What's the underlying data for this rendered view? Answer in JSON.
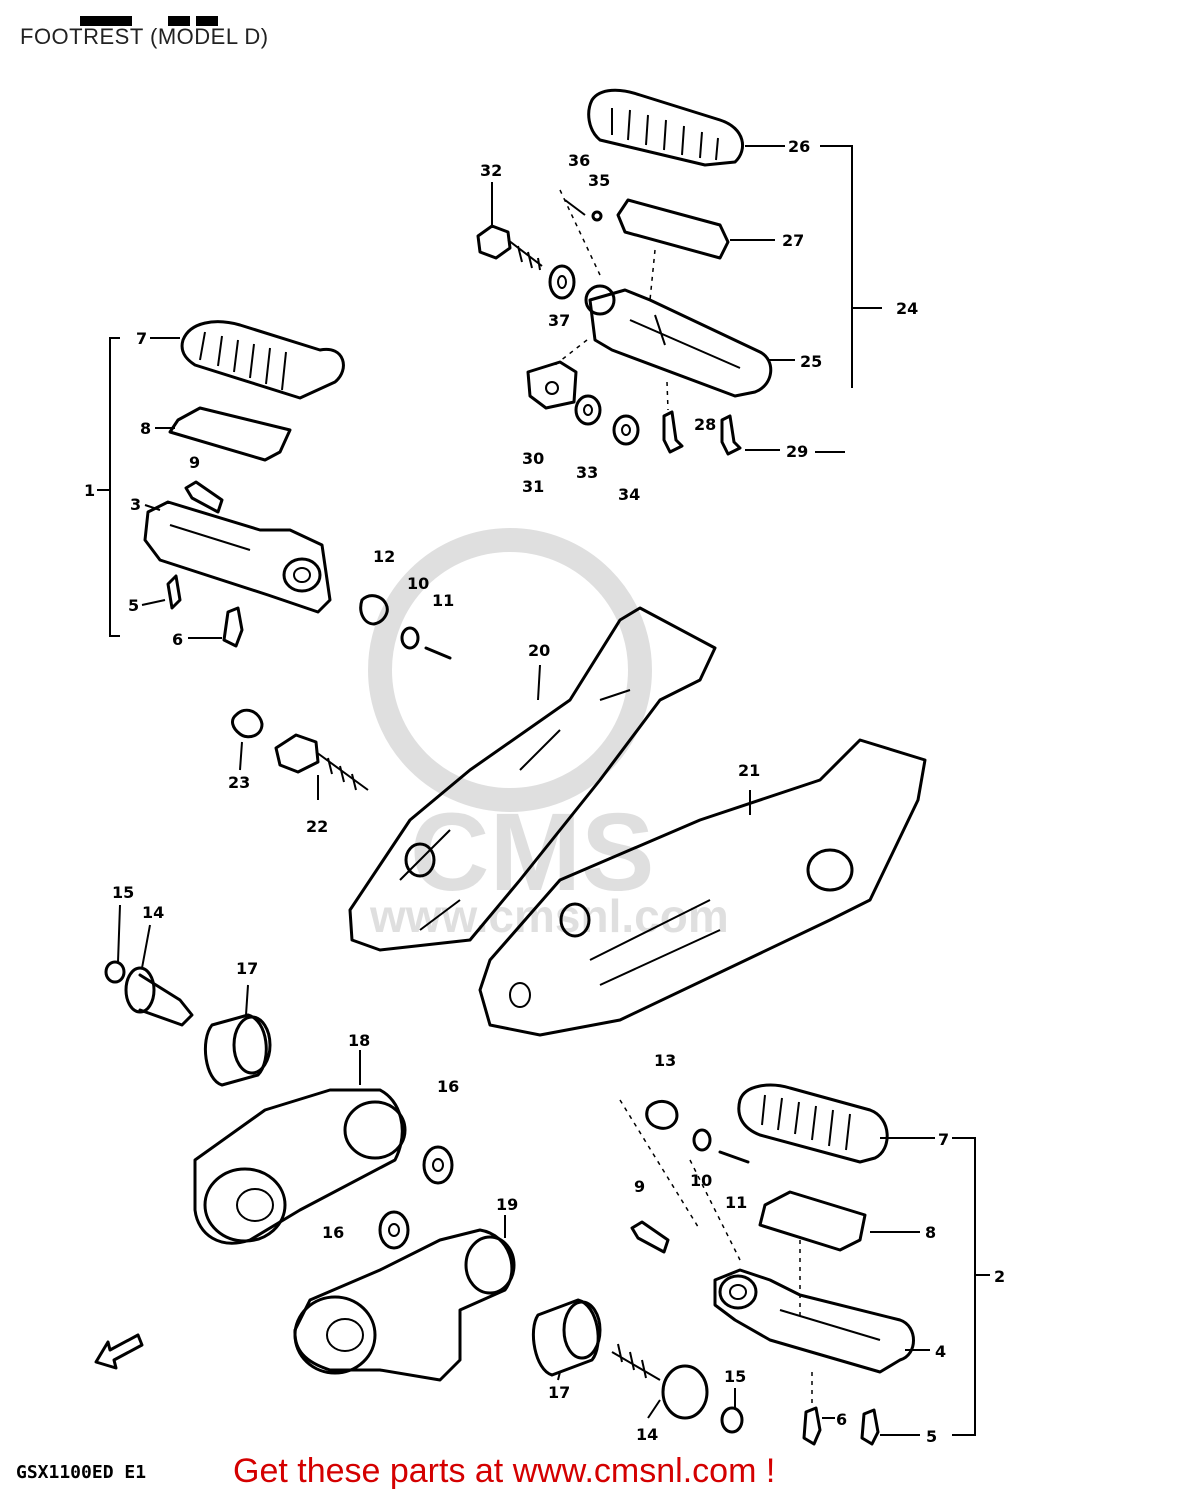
{
  "title": "FOOTREST (MODEL D)",
  "model_code": "GSX1100ED  E1",
  "call_to_action": "Get these parts at www.cmsnl.com !",
  "watermark_text": "CMS",
  "watermark_url": "www.cmsnl.com",
  "callouts": {
    "c1": "1",
    "c2": "2",
    "c3": "3",
    "c4": "4",
    "c5a": "5",
    "c5b": "5",
    "c6a": "6",
    "c6b": "6",
    "c7a": "7",
    "c7b": "7",
    "c8a": "8",
    "c8b": "8",
    "c9a": "9",
    "c9b": "9",
    "c10a": "10",
    "c10b": "10",
    "c11a": "11",
    "c11b": "11",
    "c12": "12",
    "c13": "13",
    "c14a": "14",
    "c14b": "14",
    "c15a": "15",
    "c15b": "15",
    "c16a": "16",
    "c16b": "16",
    "c17a": "17",
    "c17b": "17",
    "c18": "18",
    "c19": "19",
    "c20": "20",
    "c21": "21",
    "c22": "22",
    "c23": "23",
    "c24": "24",
    "c25": "25",
    "c26": "26",
    "c27": "27",
    "c28": "28",
    "c29": "29",
    "c30": "30",
    "c31": "31",
    "c32": "32",
    "c33": "33",
    "c34": "34",
    "c35": "35",
    "c36": "36",
    "c37": "37"
  }
}
